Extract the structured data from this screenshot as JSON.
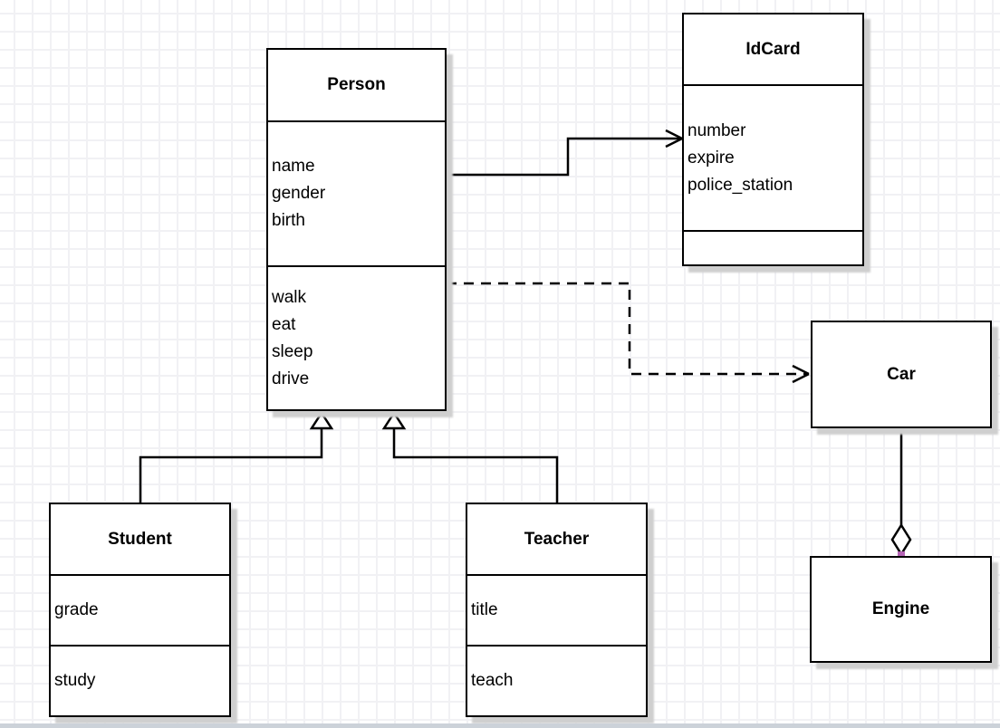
{
  "classes": {
    "person": {
      "name": "Person",
      "attributes": [
        "name",
        "gender",
        "birth"
      ],
      "methods": [
        "walk",
        "eat",
        "sleep",
        "drive"
      ]
    },
    "idcard": {
      "name": "IdCard",
      "attributes": [
        "number",
        "expire",
        "police_station"
      ],
      "methods": []
    },
    "student": {
      "name": "Student",
      "attributes": [
        "grade"
      ],
      "methods": [
        "study"
      ]
    },
    "teacher": {
      "name": "Teacher",
      "attributes": [
        "title"
      ],
      "methods": [
        "teach"
      ]
    },
    "car": {
      "name": "Car",
      "attributes": [],
      "methods": []
    },
    "engine": {
      "name": "Engine",
      "attributes": [],
      "methods": []
    }
  },
  "relations": [
    {
      "from": "Person",
      "to": "IdCard",
      "type": "association",
      "line": "solid",
      "head": "open-arrow"
    },
    {
      "from": "Person",
      "to": "Car",
      "type": "dependency",
      "line": "dashed",
      "head": "open-arrow"
    },
    {
      "from": "Student",
      "to": "Person",
      "type": "generalization",
      "line": "solid",
      "head": "hollow-triangle"
    },
    {
      "from": "Teacher",
      "to": "Person",
      "type": "generalization",
      "line": "solid",
      "head": "hollow-triangle"
    },
    {
      "from": "Car",
      "to": "Engine",
      "type": "aggregation",
      "line": "solid",
      "head": "hollow-diamond"
    }
  ],
  "colors": {
    "endpoint_marker": "#b464b4",
    "line": "#000000",
    "shadow": "#cfcfcf",
    "grid": "#f1f1f4"
  }
}
